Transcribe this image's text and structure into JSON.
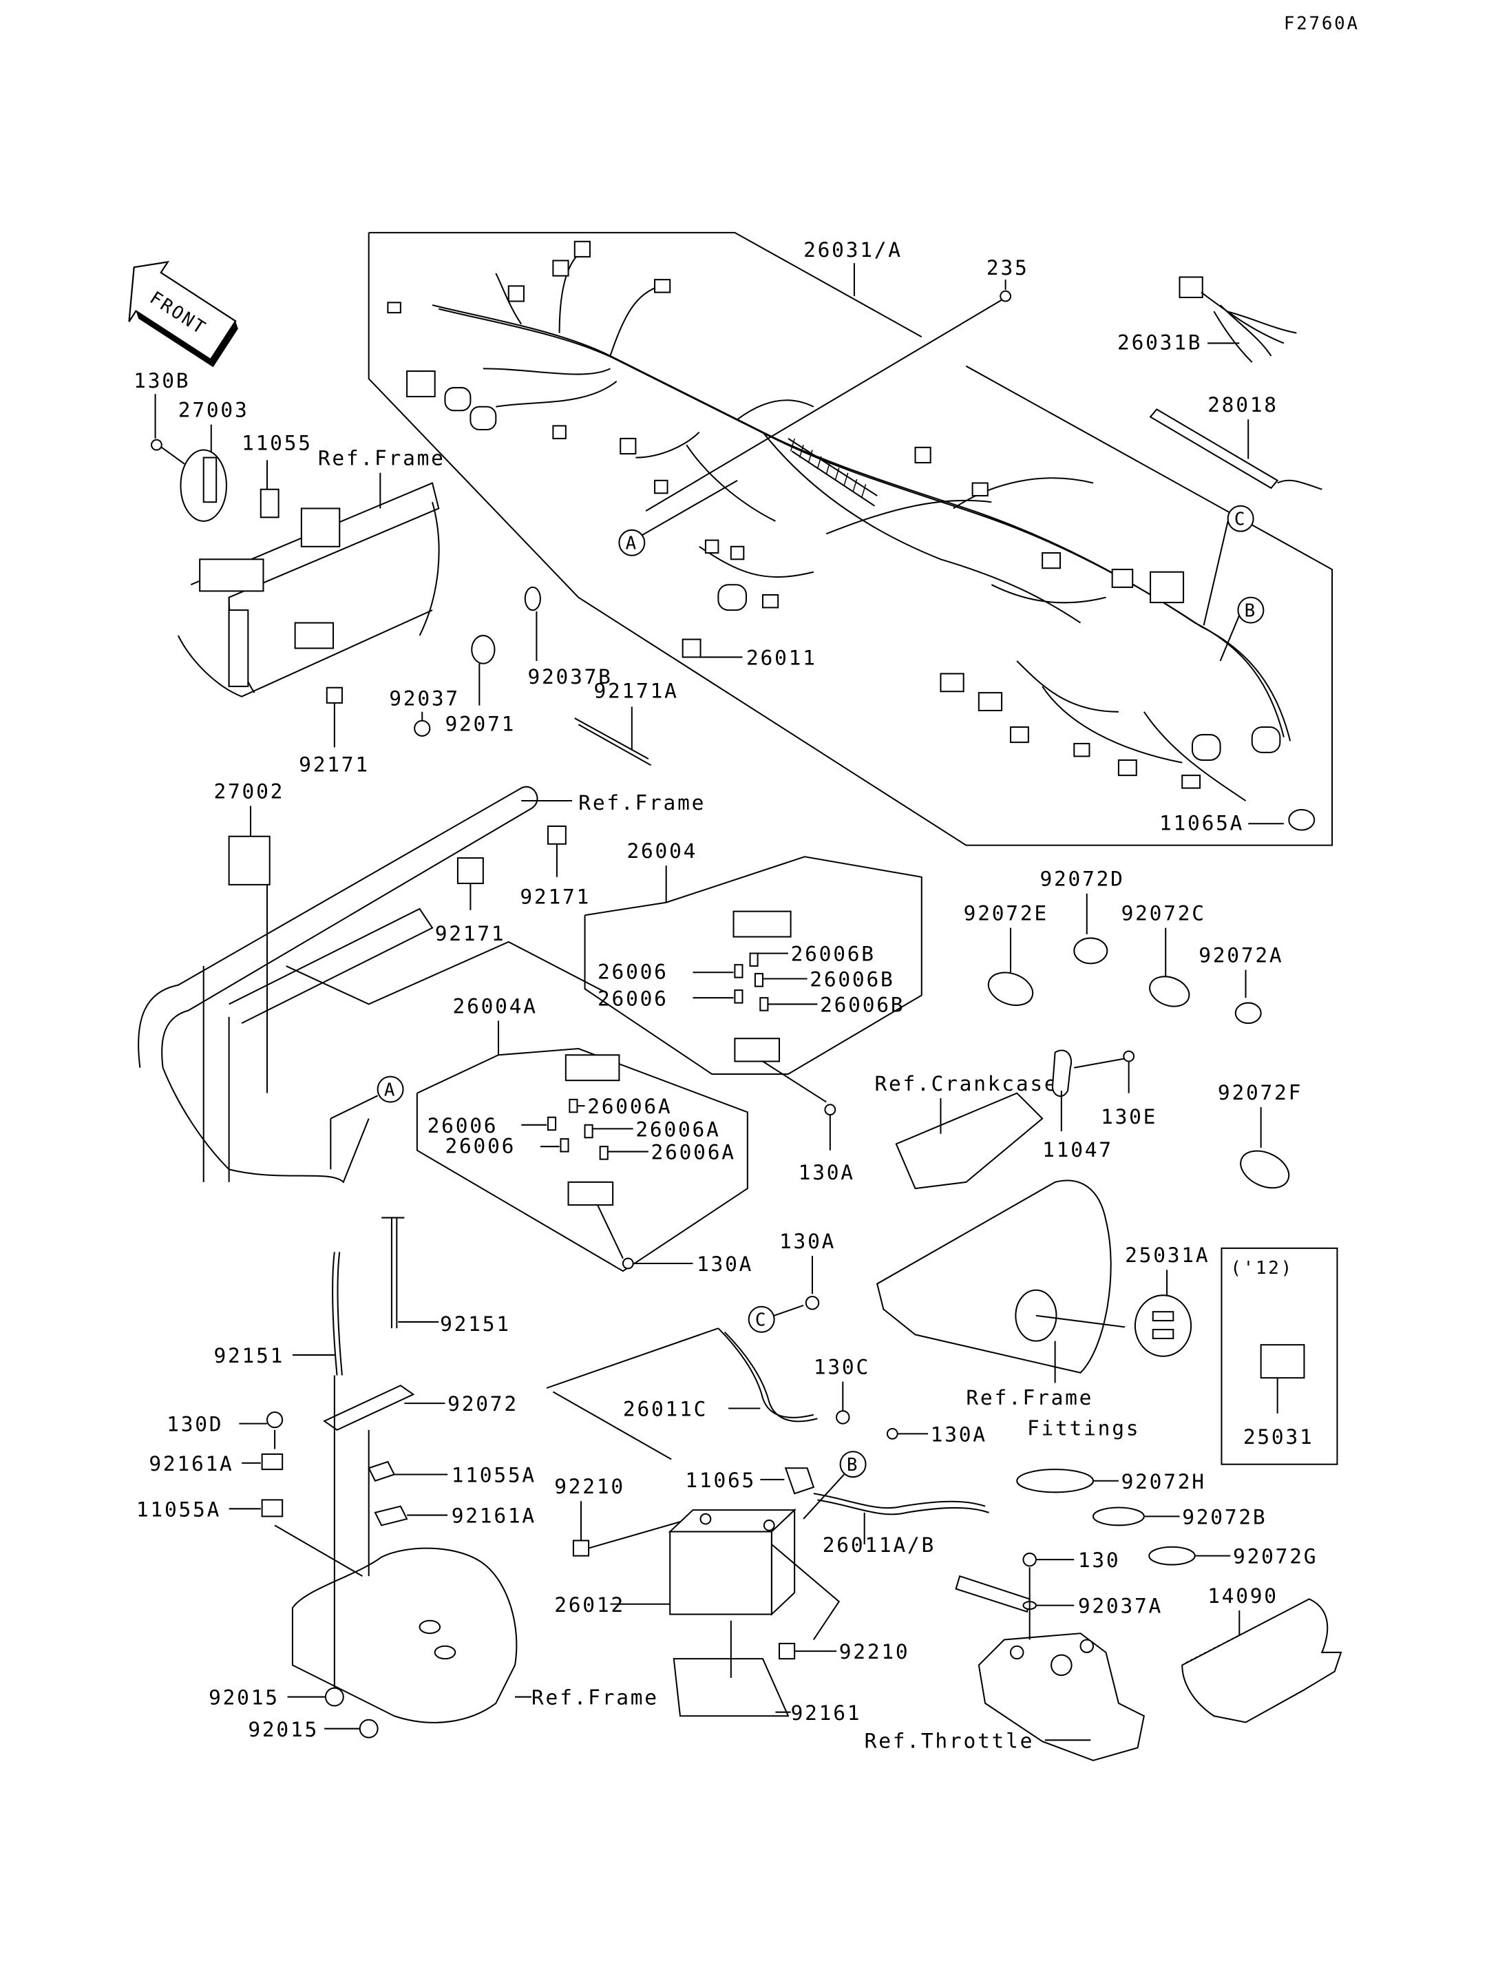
{
  "diagram": {
    "figure_code": "F2760A",
    "front_arrow": "FRONT",
    "callouts": {
      "c_26031A": "26031/A",
      "c_235": "235",
      "c_26031B": "26031B",
      "c_28018": "28018",
      "c_130B": "130B",
      "c_27003": "27003",
      "c_11055": "11055",
      "ref_frame_1": "Ref.Frame",
      "c_26011": "26011",
      "c_92037B": "92037B",
      "c_92171A": "92171A",
      "c_92037": "92037",
      "c_92071": "92071",
      "c_92171_1": "92171",
      "c_11065A": "11065A",
      "c_27002": "27002",
      "ref_frame_2": "Ref.Frame",
      "c_92171_2": "92171",
      "c_92171_3": "92171",
      "c_26004": "26004",
      "c_26006_1": "26006",
      "c_26006_2": "26006",
      "c_26006B_1": "26006B",
      "c_26006B_2": "26006B",
      "c_26006B_3": "26006B",
      "c_26004A": "26004A",
      "c_26006_3": "26006",
      "c_26006_4": "26006",
      "c_26006A_1": "26006A",
      "c_26006A_2": "26006A",
      "c_26006A_3": "26006A",
      "c_130A_1": "130A",
      "c_130A_2": "130A",
      "c_130A_3": "130A",
      "c_130A_4": "130A",
      "ref_crankcase": "Ref.Crankcase",
      "c_11047": "11047",
      "c_130E": "130E",
      "c_92072D": "92072D",
      "c_92072E": "92072E",
      "c_92072C": "92072C",
      "c_92072A": "92072A",
      "c_92072F": "92072F",
      "c_25031A": "25031A",
      "year_note": "('12)",
      "c_25031": "25031",
      "ref_frame_fittings_1": "Ref.Frame",
      "ref_frame_fittings_2": "Fittings",
      "c_92151_1": "92151",
      "c_92151_2": "92151",
      "c_92072": "92072",
      "c_130D": "130D",
      "c_92161A_1": "92161A",
      "c_92161A_2": "92161A",
      "c_11055A_1": "11055A",
      "c_11055A_2": "11055A",
      "c_26011C": "26011C",
      "c_130C": "130C",
      "c_92210_1": "92210",
      "c_92210_2": "92210",
      "c_11065": "11065",
      "c_26011AB": "26011A/B",
      "c_26012": "26012",
      "c_92161": "92161",
      "c_92015_1": "92015",
      "c_92015_2": "92015",
      "ref_frame_3": "Ref.Frame",
      "c_92072H": "92072H",
      "c_92072B": "92072B",
      "c_92072G": "92072G",
      "c_130": "130",
      "c_92037A": "92037A",
      "c_14090": "14090",
      "ref_throttle": "Ref.Throttle"
    },
    "connectors": {
      "A_1": "A",
      "A_2": "A",
      "B_1": "B",
      "B_2": "B",
      "C_1": "C",
      "C_2": "C"
    }
  }
}
